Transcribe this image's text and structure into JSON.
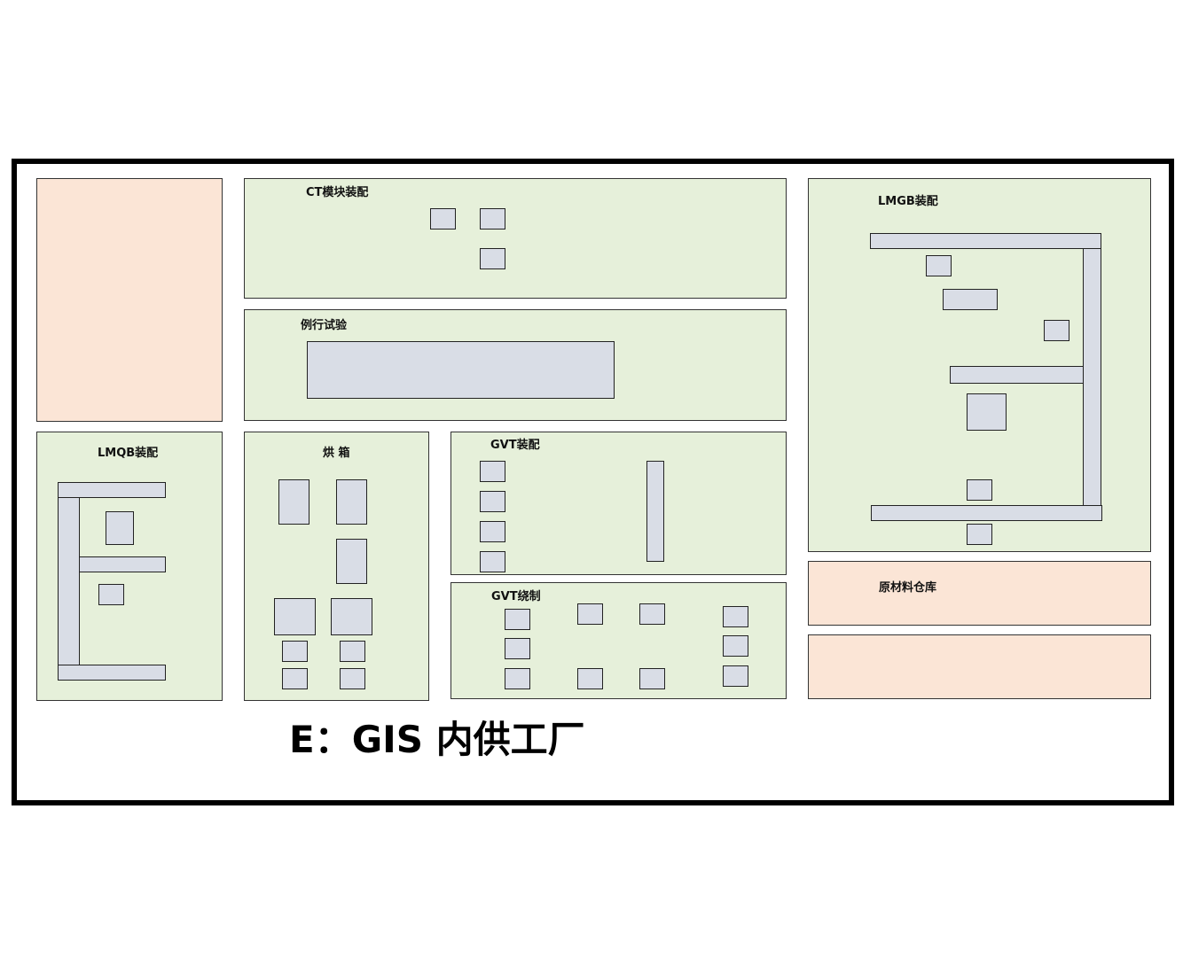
{
  "title": "E：GIS 内供工厂",
  "zones": {
    "ct": "CT模块装配",
    "routine": "例行试验",
    "lmgb": "LMGB装配",
    "lmqb": "LMQB装配",
    "oven": "烘 箱",
    "gvt_assembly": "GVT装配",
    "gvt_winding": "GVT绕制",
    "raw_material": "原材料仓库"
  },
  "colors": {
    "zone_green": "#e6f0da",
    "zone_peach": "#fbe5d6",
    "equipment": "#d9dde6",
    "border": "#000000"
  }
}
